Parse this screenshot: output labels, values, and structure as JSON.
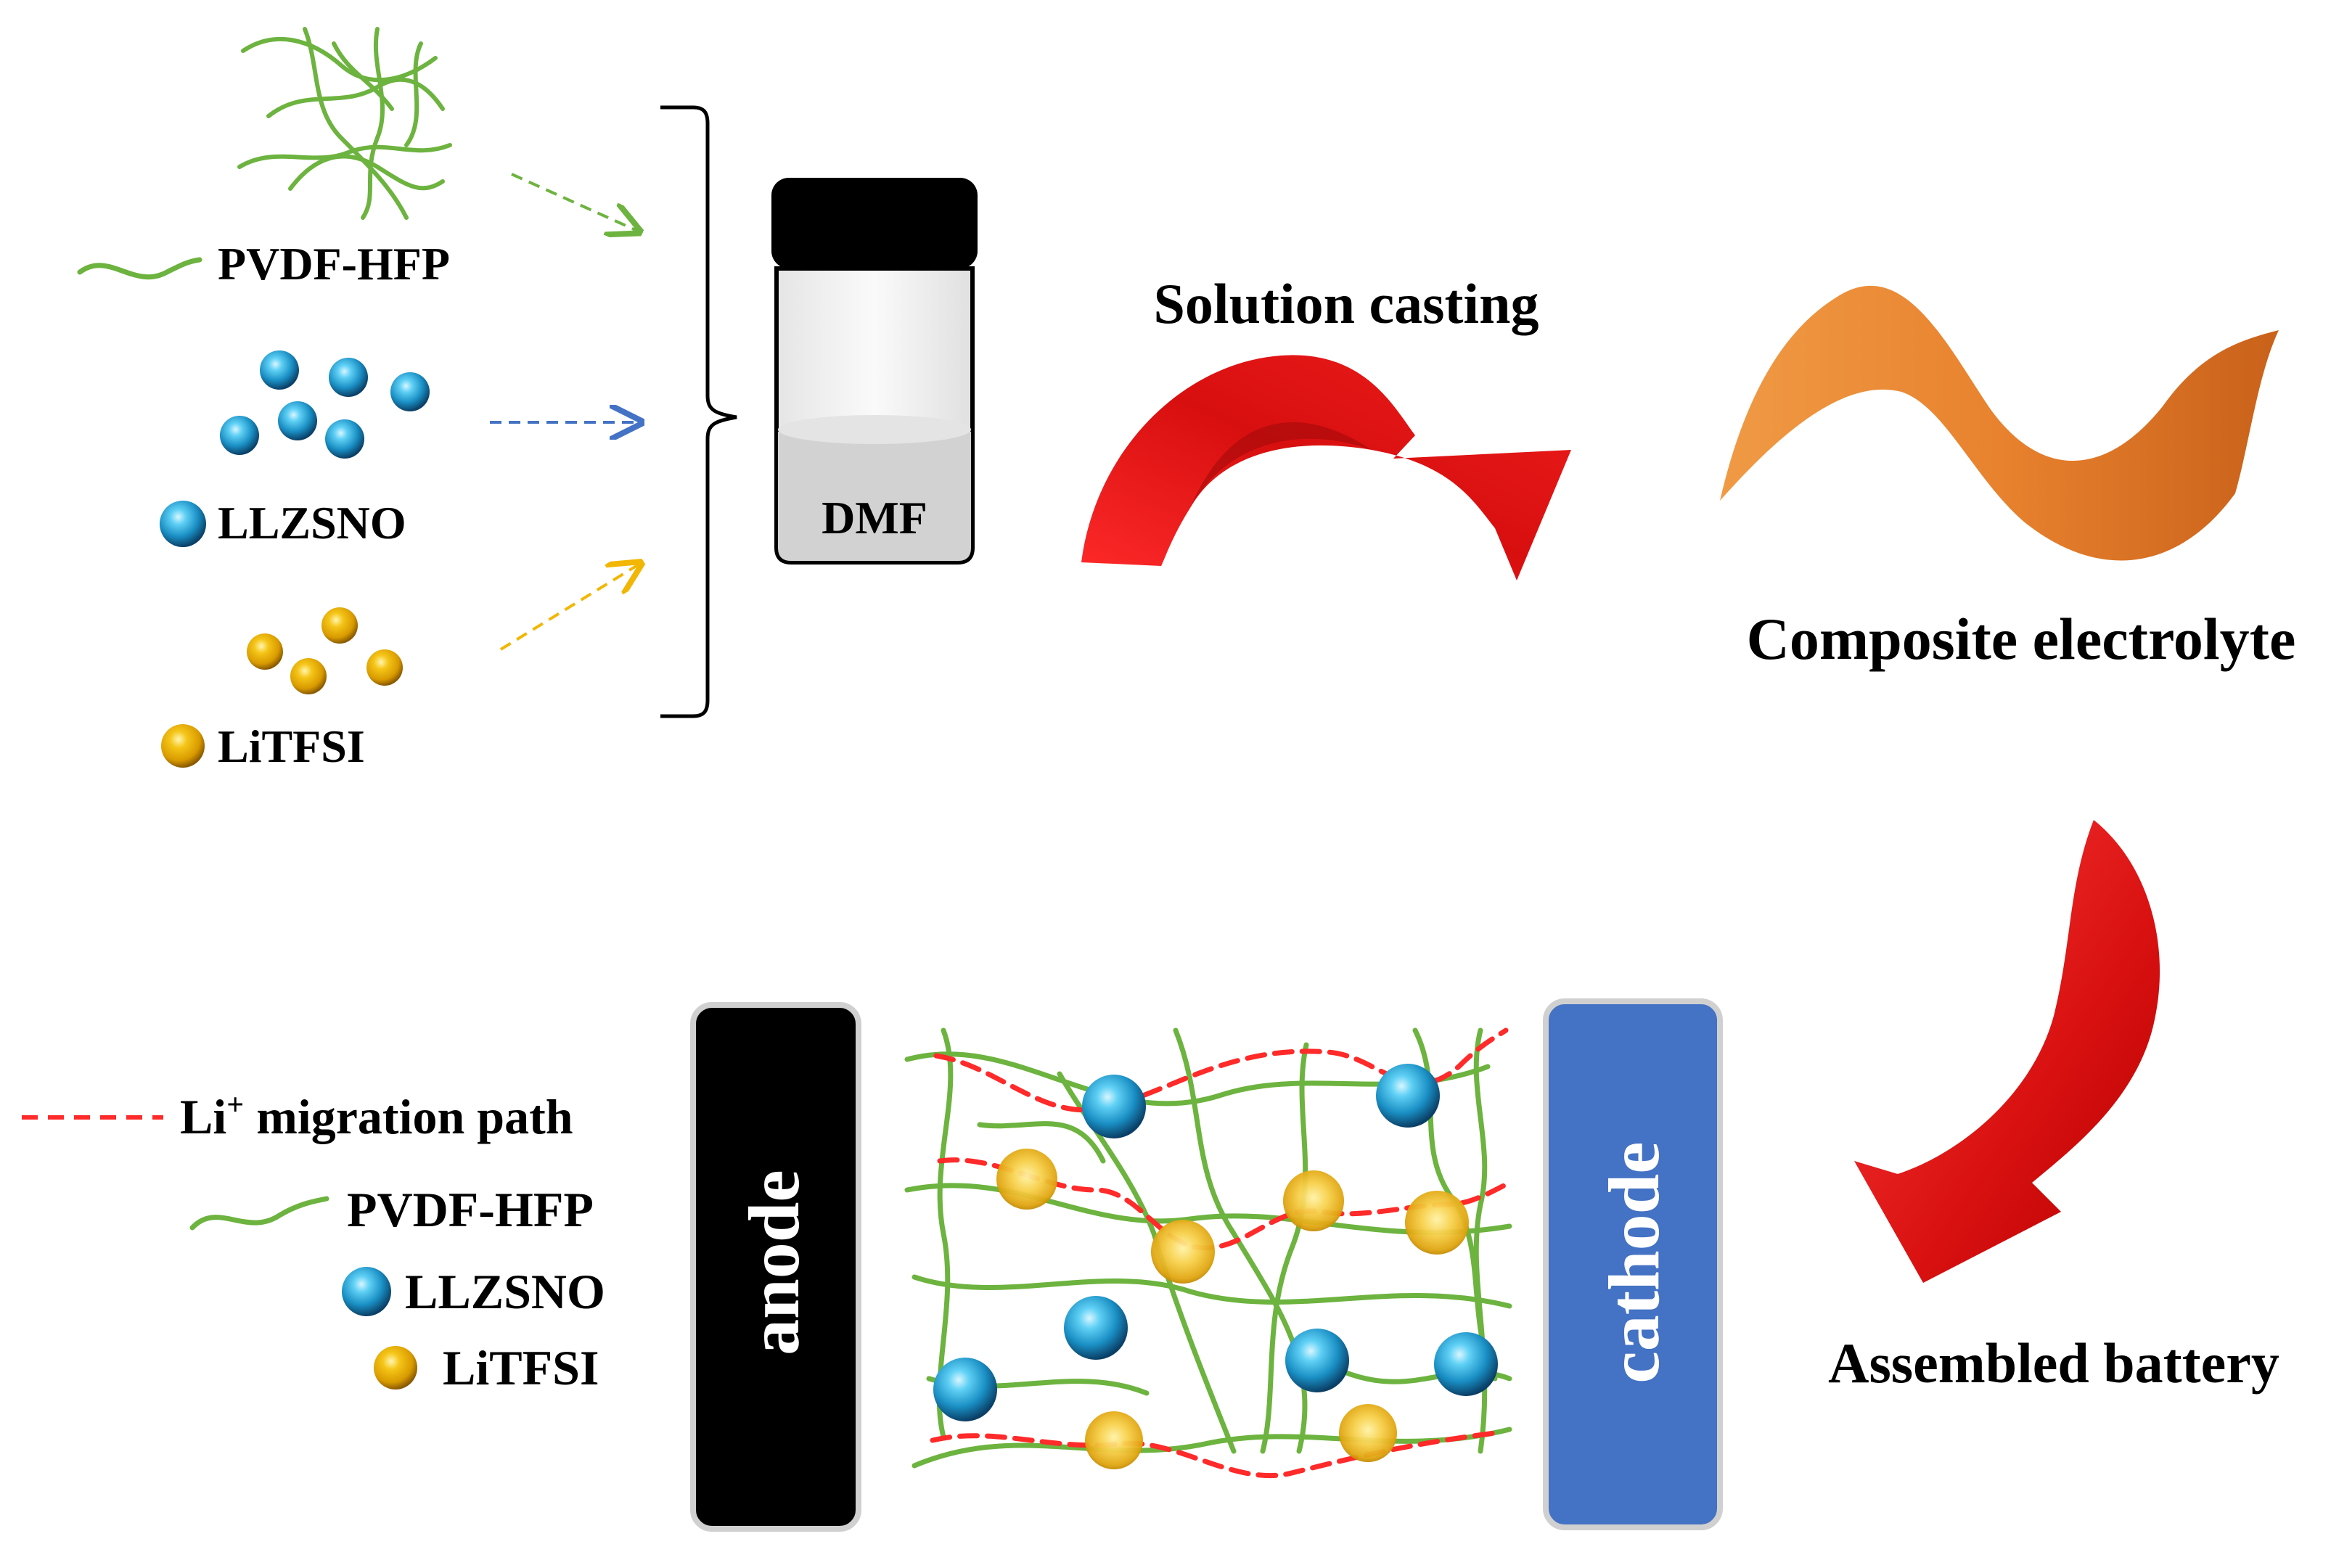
{
  "labels": {
    "pvdf": "PVDF-HFP",
    "llzsno": "LLZSNO",
    "litfsi": "LiTFSI",
    "dmf": "DMF",
    "solution_casting": "Solution casting",
    "composite_electrolyte": "Composite electrolyte",
    "assembled_battery": "Assembled  battery",
    "anode": "anode",
    "cathode": "cathode"
  },
  "legend": {
    "migration_prefix": "Li",
    "migration_sup": "+",
    "migration_suffix": " migration path",
    "pvdf": "PVDF-HFP",
    "llzsno": "LLZSNO",
    "litfsi": "LiTFSI"
  },
  "colors": {
    "polymer_green": "#6db33f",
    "ceramic_blue": "#1fa6d9",
    "salt_gold": "#f2b705",
    "arrow_red": "#e01b1b",
    "film_orange": "#e8822e",
    "anode_black": "#000000",
    "cathode_blue": "#4472c4",
    "migration_dash": "#ff2a2a"
  }
}
